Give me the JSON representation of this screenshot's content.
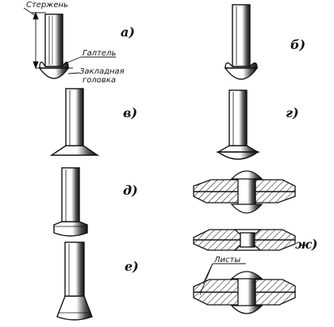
{
  "annotations": {
    "rod": "Стержень",
    "fillet": "Галтель",
    "head_line1": "Закладная",
    "head_line2": "головка",
    "sheets": "Листы"
  },
  "panel_labels": {
    "a": "а)",
    "b": "б)",
    "v": "в)",
    "g": "г)",
    "d": "д)",
    "e": "е)",
    "zh": "ж)"
  }
}
